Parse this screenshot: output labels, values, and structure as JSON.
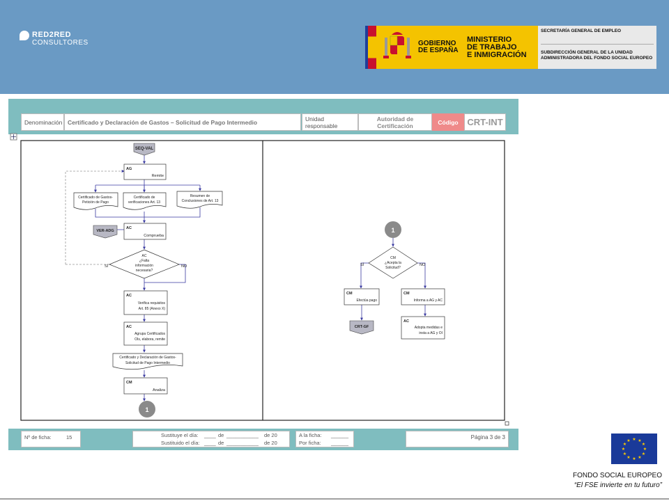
{
  "logo": {
    "line1": "RED2RED",
    "line2": "CONSULTORES"
  },
  "gov": {
    "gobierno": [
      "GOBIERNO",
      "DE ESPAÑA"
    ],
    "ministerio": [
      "MINISTERIO",
      "DE TRABAJO",
      "E INMIGRACIÓN"
    ],
    "secretaria": "SECRETARÍA GENERAL DE EMPLEO",
    "subdireccion": "SUBDIRECCIÓN GENERAL DE LA UNIDAD ADMINISTRADORA DEL FONDO SOCIAL EUROPEO"
  },
  "header": {
    "denominacion_label": "Denominación",
    "denominacion_value": "Certificado y Declaración de Gastos – Solicitud de Pago Intermedio",
    "unidad_label": "Unidad responsable",
    "unidad_value": "Autoridad de Certificación",
    "codigo_label": "Código",
    "codigo_value": "CRT-INT"
  },
  "flow": {
    "seq_val": "SEQ-VAL",
    "ag_code": "AG",
    "remite": "Remite",
    "doc1": [
      "Certificado de Gastos-",
      "Petición de Pago"
    ],
    "doc2": [
      "Certificado de",
      "verificaciones Art. 13"
    ],
    "doc3": [
      "Resumen de",
      "Conclusiones de Art. 13"
    ],
    "ver_adg": "VER-ADG",
    "ac_code": "AC",
    "comprueba": "Comprueba",
    "decision1": [
      "AC",
      "¿Falta",
      "información",
      "necesaria?"
    ],
    "si": "SÍ",
    "no": "NO",
    "verifica": [
      "Verifica requisitos",
      "Art. 85 (Anexo X)"
    ],
    "agrupa": [
      "Agrupa Certificados",
      "OIs, elabora, remite"
    ],
    "cert_decl": [
      "Certificado y Declaración de Gastos-",
      "Solicitud de Pago Intermedio"
    ],
    "cm_code": "CM",
    "analiza": "Analiza",
    "connector": "1",
    "decision2": [
      "CM",
      "¿Acepta la",
      "Solicitud?"
    ],
    "efectua": "Efectúa pago",
    "informa": "Informa a AG y AC",
    "crt_gf": "CRT-GF",
    "adopta": [
      "Adopta medidas e",
      "insta a AG y OI"
    ]
  },
  "footer": {
    "ficha_label": "Nº de ficha:",
    "ficha_value": "15",
    "sustituye": "Sustituye el día:",
    "sustituido": "Sustituido el día:",
    "de1": "de",
    "de2": "de 20",
    "a_la_ficha": "A la ficha:",
    "por_ficha": "Por ficha:",
    "pagina": "Página 3 de 3"
  },
  "eu": {
    "title": "FONDO SOCIAL EUROPEO",
    "motto": "“El FSE invierte en tu futuro”"
  }
}
